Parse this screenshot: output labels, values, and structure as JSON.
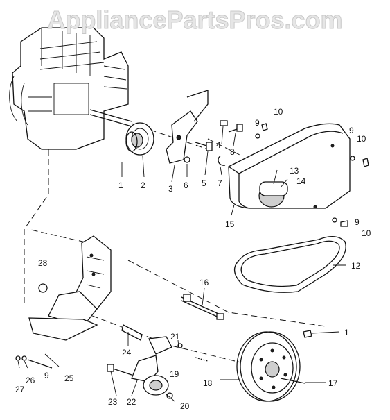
{
  "watermark": "AppliancePartsPros.com",
  "callouts": [
    "1",
    "2",
    "3",
    "4",
    "5",
    "6",
    "7",
    "8",
    "9",
    "10",
    "9",
    "10",
    "13",
    "14",
    "15",
    "9",
    "10",
    "12",
    "16",
    "28",
    "1",
    "21",
    "24",
    "25",
    "9",
    "26",
    "27",
    "23",
    "22",
    "19",
    "20",
    "18",
    "17"
  ]
}
